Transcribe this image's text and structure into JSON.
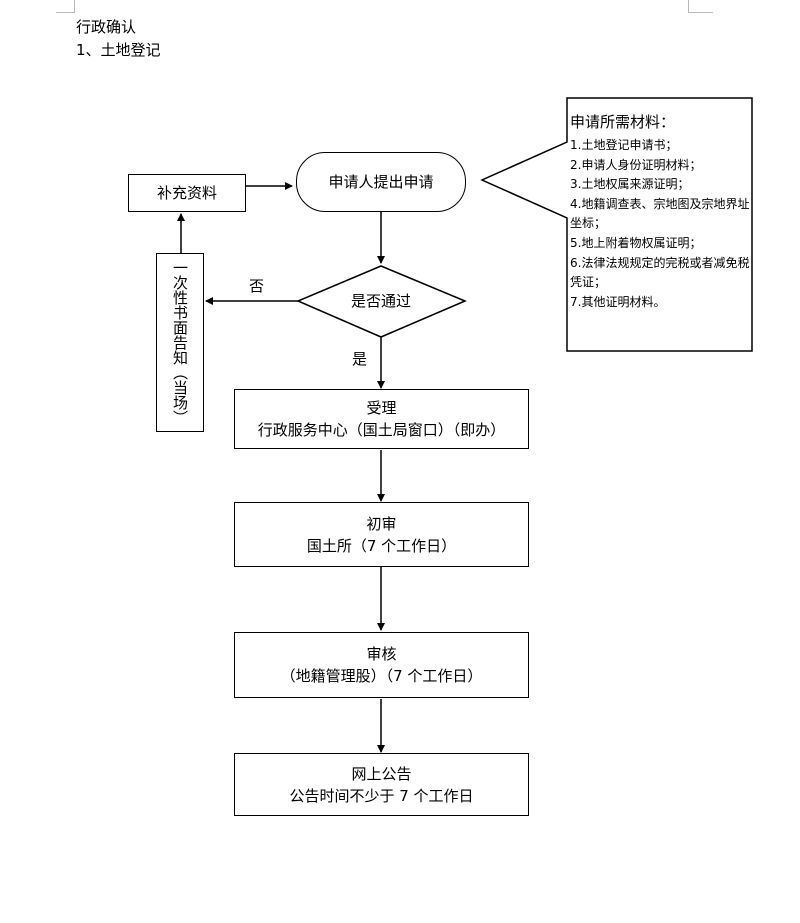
{
  "doc": {
    "heading_1": "行政确认",
    "heading_2": "1、土地登记"
  },
  "flow": {
    "start": "申请人提出申请",
    "decision": "是否通过",
    "yes_label": "是",
    "no_label": "否",
    "notice": "一次性书面告知（当场）",
    "supplement": "补充资料",
    "step_accept": {
      "title": "受理",
      "detail": "行政服务中心（国土局窗口）（即办）"
    },
    "step_initial": {
      "title": "初审",
      "detail": "国土所（7 个工作日）"
    },
    "step_review": {
      "title": "审核",
      "detail": "（地籍管理股）（7 个工作日）"
    },
    "step_publish": {
      "title": "网上公告",
      "detail": "公告时间不少于 7 个工作日"
    }
  },
  "materials": {
    "title": "申请所需材料：",
    "items": [
      "1.土地登记申请书；",
      "2.申请人身份证明材料；",
      "3.土地权属来源证明；",
      "4.地籍调查表、宗地图及宗地界址坐标；",
      "5.地上附着物权属证明；",
      "6.法律法规规定的完税或者减免税凭证；",
      "7.其他证明材料。"
    ]
  }
}
